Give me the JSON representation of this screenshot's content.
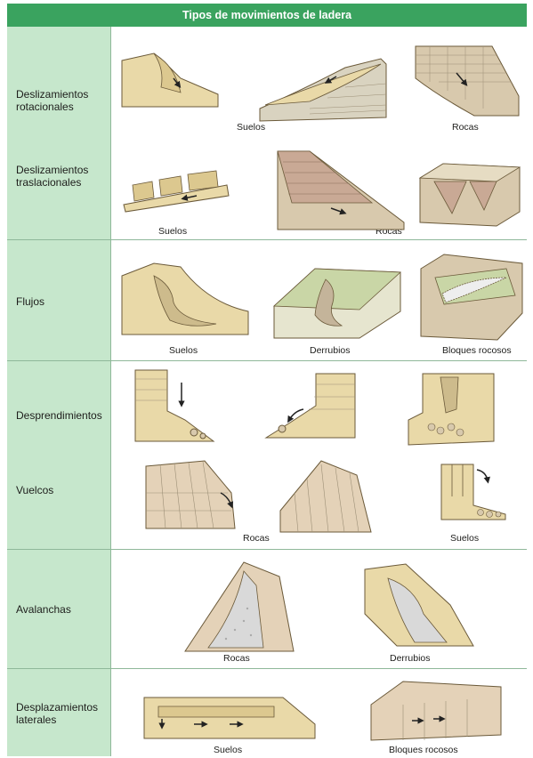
{
  "title": "Tipos de movimientos de ladera",
  "rows": [
    {
      "label": "Deslizamientos rotacionales"
    },
    {
      "label": "Deslizamientos traslacionales"
    },
    {
      "label": "Flujos"
    },
    {
      "label": "Desprendimientos"
    },
    {
      "label": "Vuelcos"
    },
    {
      "label": "Avalanchas"
    },
    {
      "label": "Desplazamientos laterales"
    }
  ],
  "captions": {
    "rotacional_suelos": "Suelos",
    "rotacional_rocas": "Rocas",
    "traslacional_suelos": "Suelos",
    "traslacional_rocas": "Rocas",
    "flujos_suelos": "Suelos",
    "flujos_derrubios": "Derrubios",
    "flujos_bloques": "Bloques rocosos",
    "vuelcos_rocas": "Rocas",
    "vuelcos_suelos": "Suelos",
    "avalanchas_rocas": "Rocas",
    "avalanchas_derrubios": "Derrubios",
    "laterales_suelos": "Suelos",
    "laterales_bloques": "Bloques rocosos"
  },
  "colors": {
    "header": "#3aa35f",
    "label_column": "#c6e7cc",
    "soil": "#e9d9a8",
    "rock": "#d8c9ad",
    "rock_dark": "#b79c85",
    "vegetation": "#c9d6a6"
  }
}
